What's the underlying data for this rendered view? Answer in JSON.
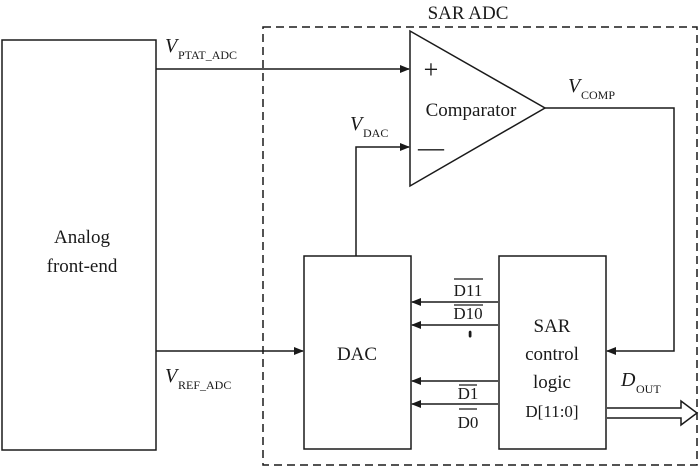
{
  "blocks": {
    "sar_adc": "SAR ADC",
    "analog_front_end": [
      "Analog",
      "front-end"
    ],
    "comparator": "Comparator",
    "dac": "DAC",
    "sar_logic": [
      "SAR",
      "control",
      "logic"
    ]
  },
  "comparator_inputs": {
    "plus": "+",
    "minus": "—"
  },
  "signals": {
    "vptat": {
      "main": "V",
      "sub": "PTAT_ADC"
    },
    "vref": {
      "main": "V",
      "sub": "REF_ADC"
    },
    "vdac": {
      "main": "V",
      "sub": "DAC"
    },
    "vcomp": {
      "main": "V",
      "sub": "COMP"
    },
    "dout": {
      "main": "D",
      "sub": "OUT"
    }
  },
  "bus_lines": [
    "D11",
    "D10",
    "D1",
    "D0"
  ],
  "output_bus": "D[11:0]",
  "ellipsis": "••••••"
}
